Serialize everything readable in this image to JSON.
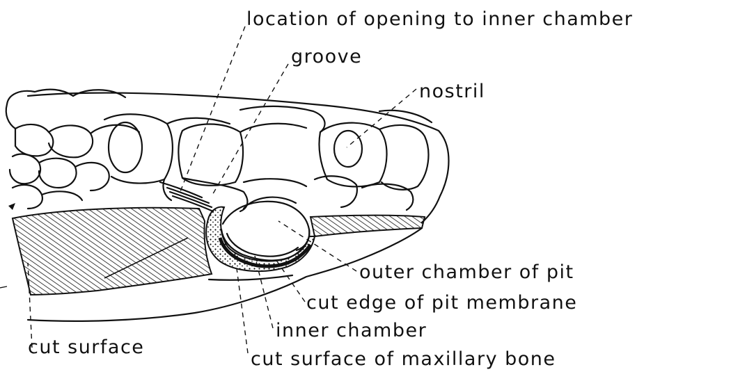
{
  "labels": {
    "location_opening": "location of opening to inner chamber",
    "groove": "groove",
    "nostril": "nostril",
    "outer_chamber": "outer chamber of pit",
    "cut_edge_membrane": "cut edge of pit membrane",
    "inner_chamber": "inner chamber",
    "cut_surface_maxillary": "cut surface of maxillary bone",
    "cut_surface": "cut surface"
  },
  "colors": {
    "ink": "#111111",
    "paper": "#ffffff"
  }
}
